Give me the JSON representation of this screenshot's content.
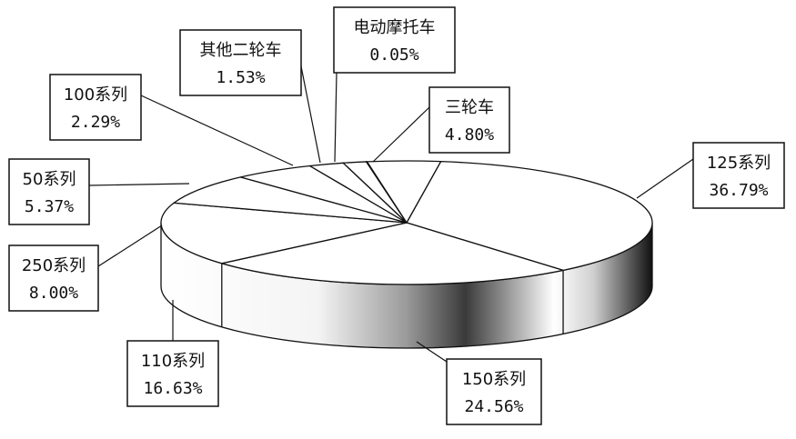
{
  "chart_data": {
    "type": "pie",
    "title": "",
    "legend": "none",
    "slices": [
      {
        "name": "125系列",
        "value": 36.79,
        "value_label": "36.79%"
      },
      {
        "name": "150系列",
        "value": 24.56,
        "value_label": "24.56%"
      },
      {
        "name": "110系列",
        "value": 16.63,
        "value_label": "16.63%"
      },
      {
        "name": "250系列",
        "value": 8.0,
        "value_label": "8.00%"
      },
      {
        "name": "50系列",
        "value": 5.37,
        "value_label": "5.37%"
      },
      {
        "name": "100系列",
        "value": 2.29,
        "value_label": "2.29%"
      },
      {
        "name": "其他二轮车",
        "value": 1.53,
        "value_label": "1.53%"
      },
      {
        "name": "电动摩托车",
        "value": 0.05,
        "value_label": "0.05%"
      },
      {
        "name": "三轮车",
        "value": 4.8,
        "value_label": "4.80%"
      }
    ]
  }
}
